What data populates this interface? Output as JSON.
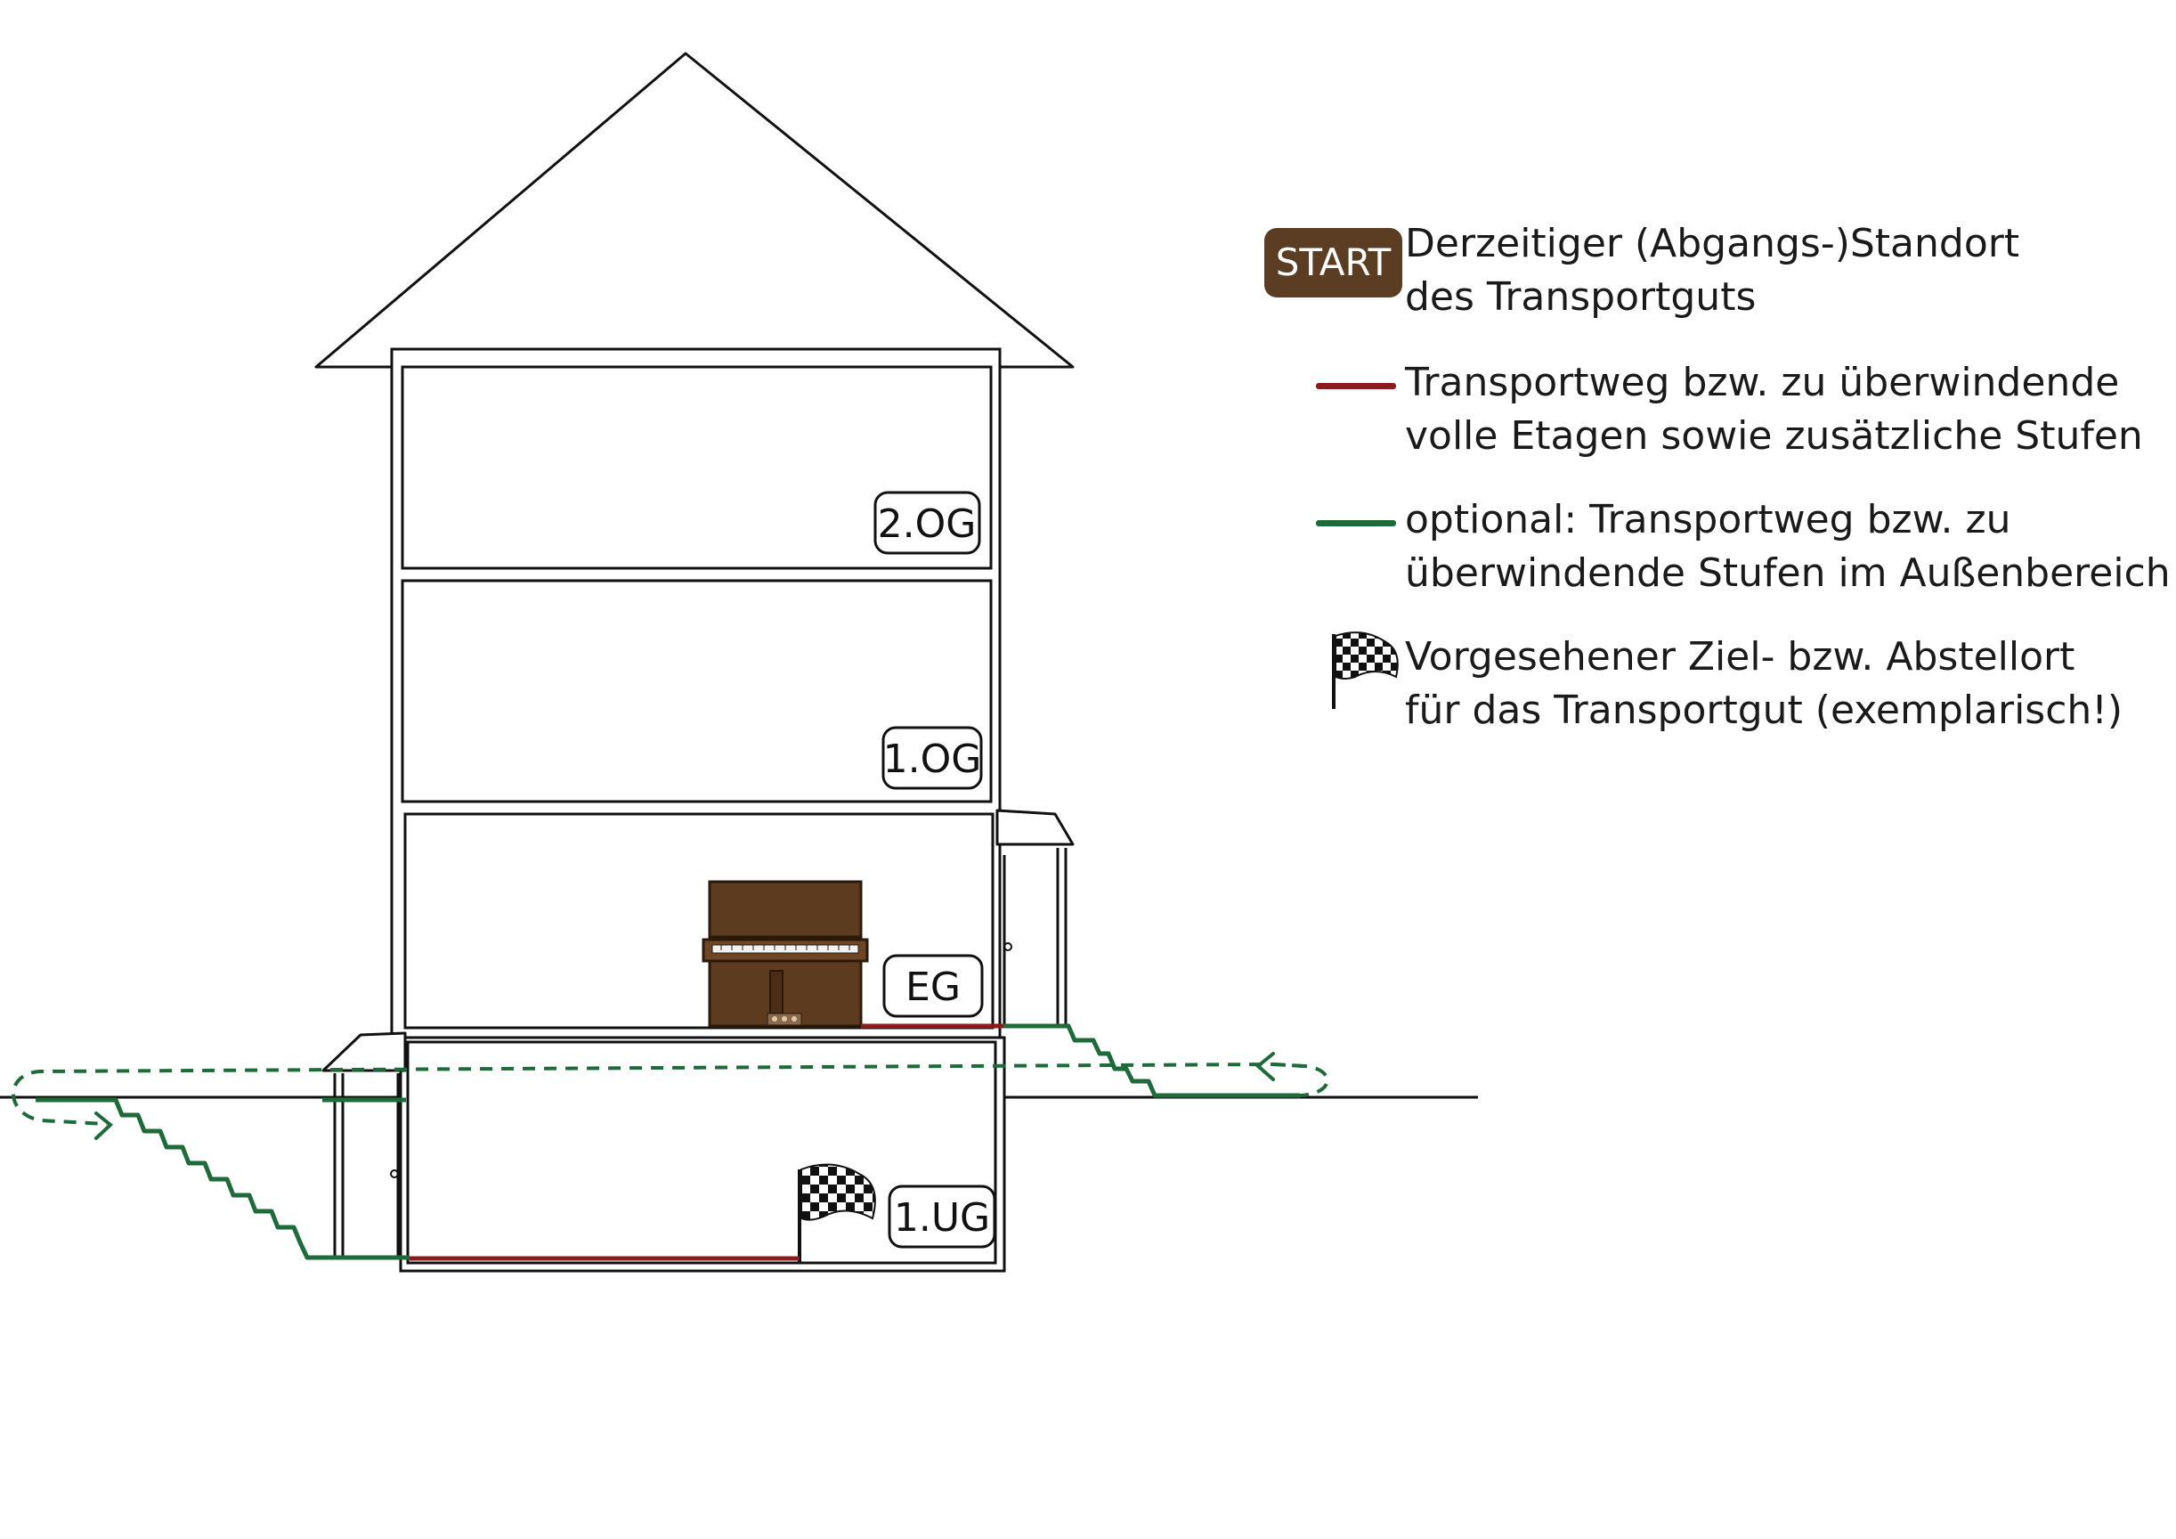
{
  "floors": {
    "og2": "2.OG",
    "og1": "1.OG",
    "eg": "EG",
    "ug1": "1.UG"
  },
  "legend": {
    "start_badge": "START",
    "start_line1": "Derzeitiger (Abgangs-)Standort",
    "start_line2": "des Transportguts",
    "red_line1": "Transportweg bzw. zu überwindende",
    "red_line2": "volle Etagen sowie zusätzliche Stufen",
    "green_line1": "optional: Transportweg bzw. zu",
    "green_line2": "überwindende Stufen im Außenbereich",
    "flag_line1": "Vorgesehener Ziel- bzw. Abstellort",
    "flag_line2": "für das Transportgut (exemplarisch!)"
  },
  "colors": {
    "outline": "#111111",
    "start_badge": "#5a3d22",
    "red_path": "#8c1c1c",
    "green_path": "#1e6b3a",
    "piano": "#5c3b1e"
  },
  "icons": {
    "start": "start-badge-icon",
    "flag": "checkered-flag-icon",
    "piano": "upright-piano-icon"
  }
}
